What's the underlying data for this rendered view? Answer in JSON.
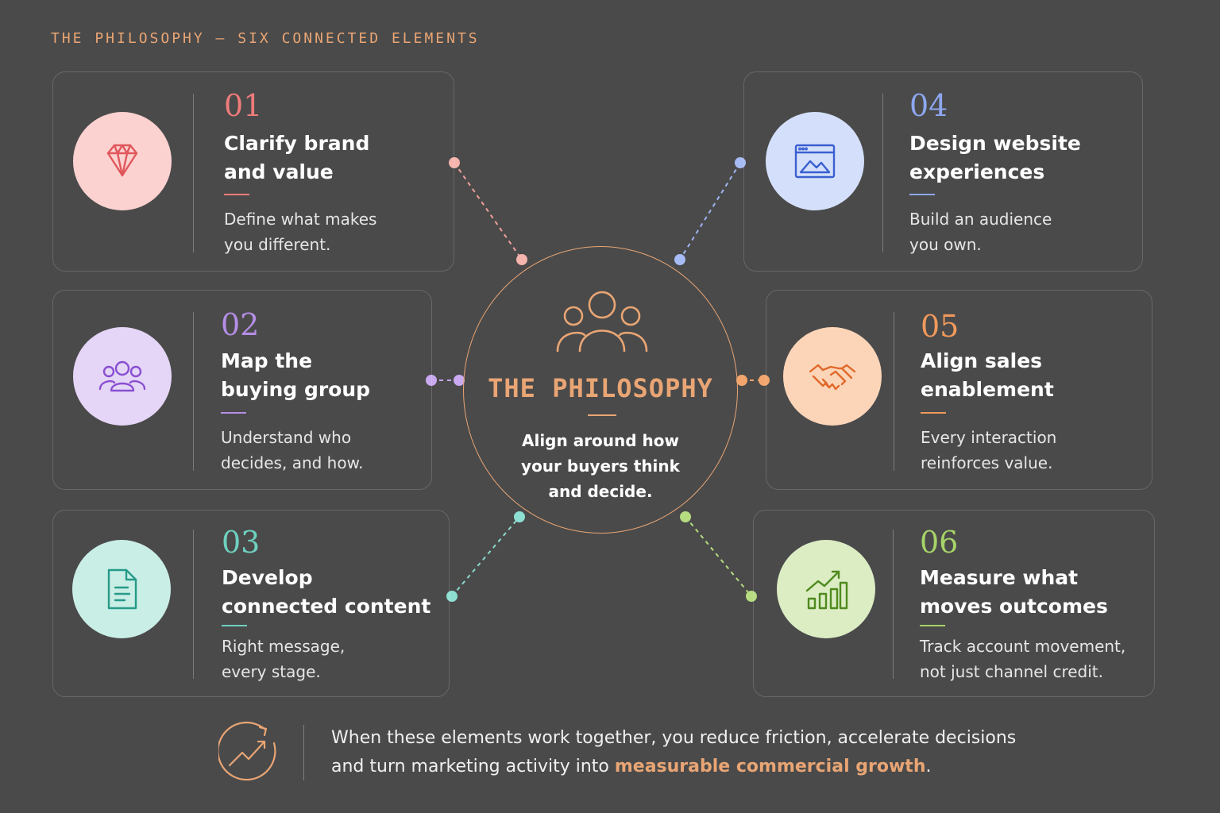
{
  "header": {
    "kicker": "THE PHILOSOPHY — SIX CONNECTED ELEMENTS"
  },
  "center": {
    "icon": "people-group-icon",
    "title": "THE PHILOSOPHY",
    "text": "Align around how\nyour buyers think\nand decide.",
    "color": "#e9a574"
  },
  "elements": [
    {
      "number": "01",
      "title": "Clarify brand\nand value",
      "description": "Define what makes\nyou different.",
      "icon": "diamond-icon",
      "accent": "#ef7b7b",
      "circle_bg": "#fcd2d0"
    },
    {
      "number": "02",
      "title": "Map the\nbuying group",
      "description": "Understand who\ndecides, and how.",
      "icon": "users-icon",
      "accent": "#b58ee6",
      "circle_bg": "#e5d6f7"
    },
    {
      "number": "03",
      "title": "Develop\nconnected content",
      "description": "Right message,\nevery stage.",
      "icon": "document-icon",
      "accent": "#6fd0c0",
      "circle_bg": "#c9eee6"
    },
    {
      "number": "04",
      "title": "Design website\nexperiences",
      "description": "Build an audience\nyou own.",
      "icon": "browser-window-icon",
      "accent": "#8da7f0",
      "circle_bg": "#d4e0fb"
    },
    {
      "number": "05",
      "title": "Align sales\nenablement",
      "description": "Every interaction\nreinforces value.",
      "icon": "handshake-icon",
      "accent": "#f0995b",
      "circle_bg": "#fcd5b8"
    },
    {
      "number": "06",
      "title": "Measure what\nmoves outcomes",
      "description": "Track account movement,\nnot just channel credit.",
      "icon": "growth-chart-icon",
      "accent": "#a6d468",
      "circle_bg": "#dcedc4"
    }
  ],
  "footer": {
    "icon": "trend-up-icon",
    "text_before": "When these elements work together, you reduce friction, accelerate decisions and turn marketing activity into ",
    "highlight": "measurable commercial growth",
    "text_after": "."
  }
}
